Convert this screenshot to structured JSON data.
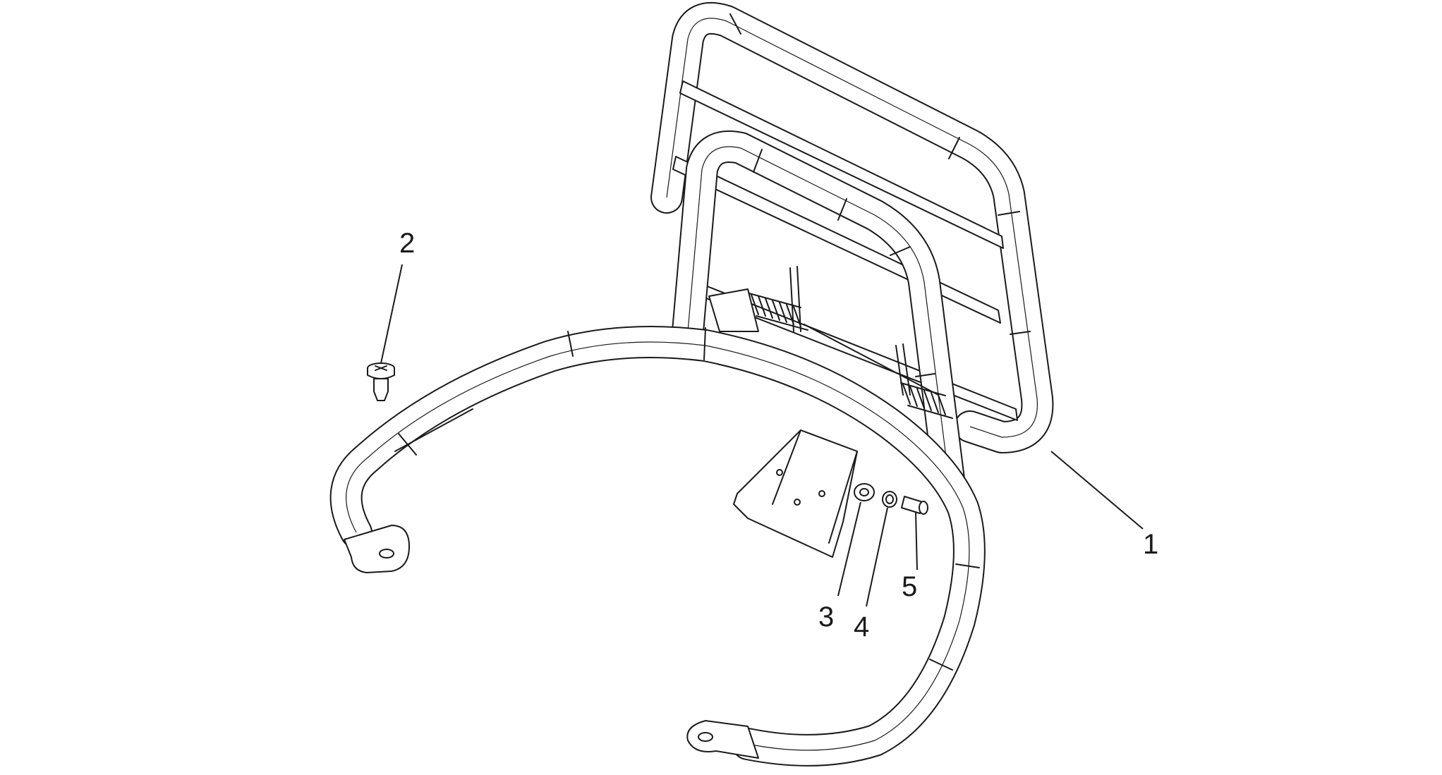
{
  "diagram": {
    "callouts": [
      {
        "id": "1",
        "label": "1",
        "part": "luggage-rack"
      },
      {
        "id": "2",
        "label": "2",
        "part": "screw"
      },
      {
        "id": "3",
        "label": "3",
        "part": "washer"
      },
      {
        "id": "4",
        "label": "4",
        "part": "washer"
      },
      {
        "id": "5",
        "label": "5",
        "part": "pin"
      }
    ]
  }
}
